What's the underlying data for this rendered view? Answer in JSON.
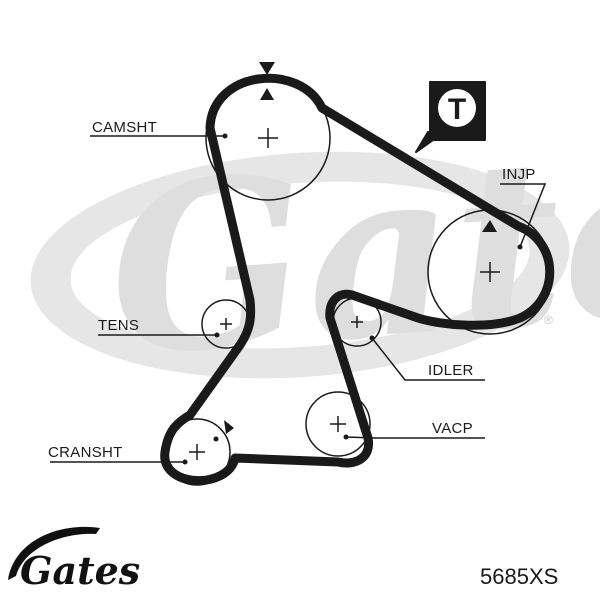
{
  "labels": {
    "camshaft": "CAMSHT",
    "injection_pump": "INJP",
    "tensioner": "TENS",
    "idler": "IDLER",
    "crankshaft": "CRANSHT",
    "vacuum_pump": "VACP"
  },
  "timing_badge": "T",
  "part_number": "5685XS",
  "brand": "Gates",
  "watermark": "Gates",
  "registered_mark": "®",
  "colors": {
    "belt": "#1a1a1a",
    "watermark": "#dedede",
    "text": "#1a1a1a"
  }
}
